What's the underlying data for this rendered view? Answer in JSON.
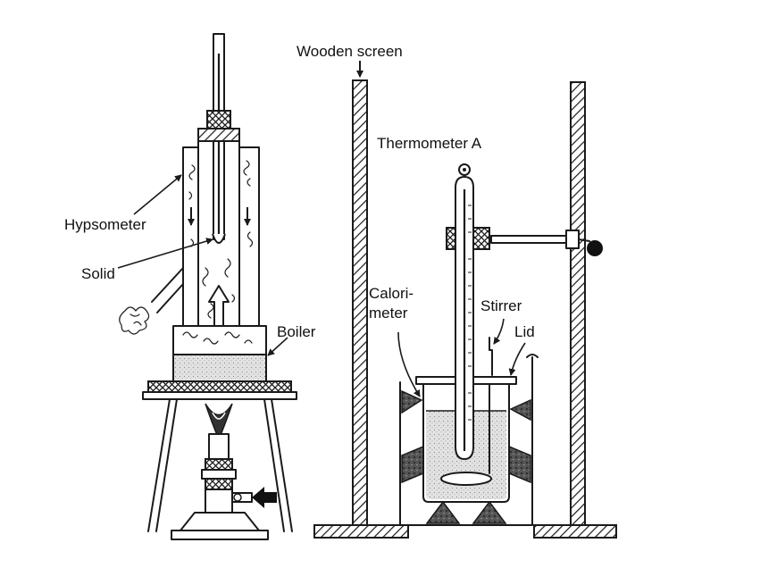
{
  "labels": {
    "wooden_screen": "Wooden screen",
    "thermometer_a": "Thermometer A",
    "hypsometer": "Hypsometer",
    "solid": "Solid",
    "boiler": "Boiler",
    "calorimeter_line1": "Calori-",
    "calorimeter_line2": "meter",
    "stirrer": "Stirrer",
    "lid": "Lid"
  }
}
